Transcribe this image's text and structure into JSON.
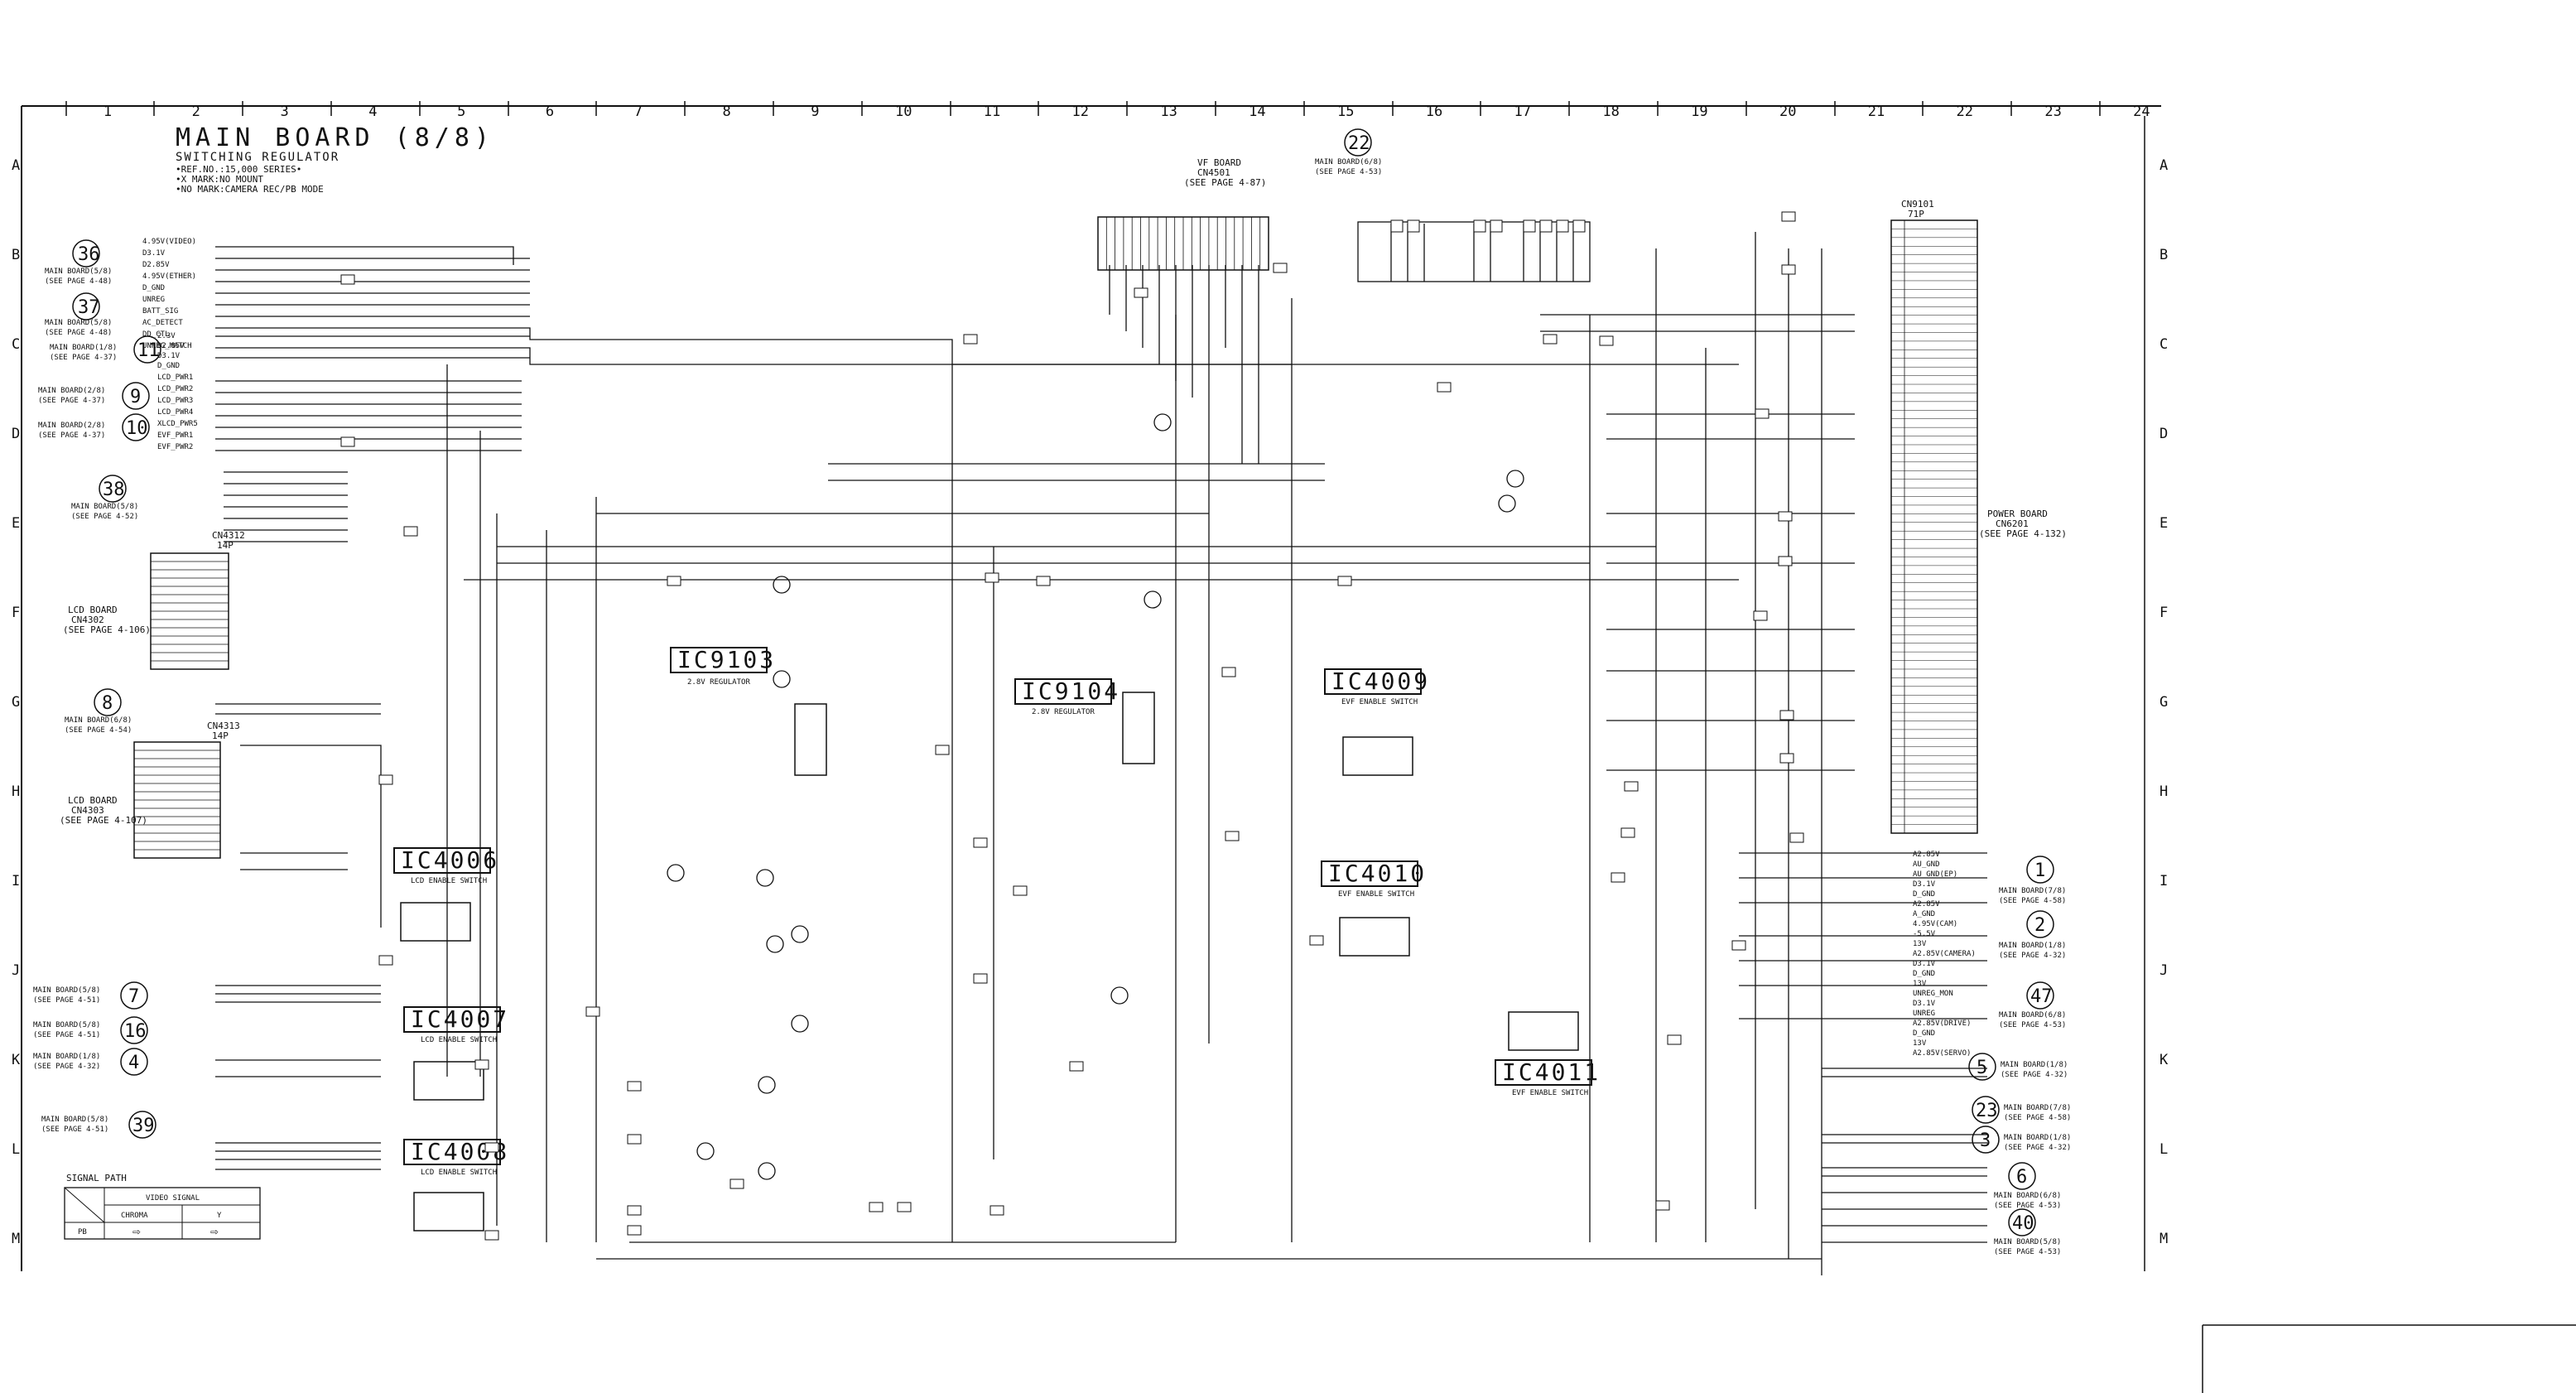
{
  "diagram": {
    "title": "MAIN BOARD (8/8)",
    "subtitle": "SWITCHING REGULATOR",
    "notes": [
      "•REF.NO.:15,000 SERIES•",
      "•X MARK:NO MOUNT",
      "•NO MARK:CAMERA REC/PB MODE"
    ],
    "column_labels": [
      "1",
      "2",
      "3",
      "4",
      "5",
      "6",
      "7",
      "8",
      "9",
      "10",
      "11",
      "12",
      "13",
      "14",
      "15",
      "16",
      "17",
      "18",
      "19",
      "20",
      "21",
      "22",
      "23",
      "24"
    ],
    "row_labels": [
      "A",
      "B",
      "C",
      "D",
      "E",
      "F",
      "G",
      "H",
      "I",
      "J",
      "K",
      "L",
      "M"
    ],
    "ics": [
      {
        "id": "IC9103",
        "label": "IC9103",
        "desc": "2.8V REGULATOR"
      },
      {
        "id": "IC9104",
        "label": "IC9104",
        "desc": "2.8V REGULATOR"
      },
      {
        "id": "IC4009",
        "label": "IC4009",
        "desc": "EVF ENABLE SWITCH"
      },
      {
        "id": "IC4010",
        "label": "IC4010",
        "desc": "EVF ENABLE SWITCH"
      },
      {
        "id": "IC4011",
        "label": "IC4011",
        "desc": "EVF ENABLE SWITCH"
      },
      {
        "id": "IC4006",
        "label": "IC4006",
        "desc": "LCD ENABLE SWITCH"
      },
      {
        "id": "IC4007",
        "label": "IC4007",
        "desc": "LCD ENABLE SWITCH"
      },
      {
        "id": "IC4008",
        "label": "IC4008",
        "desc": "LCD ENABLE SWITCH"
      }
    ],
    "left_refs": [
      {
        "num": "36",
        "text": "MAIN BOARD(5/8)",
        "page": "(SEE PAGE 4-48)"
      },
      {
        "num": "37",
        "text": "MAIN BOARD(5/8)",
        "page": "(SEE PAGE 4-48)"
      },
      {
        "num": "11",
        "text": "MAIN BOARD(1/8)",
        "page": "(SEE PAGE 4-37)"
      },
      {
        "num": "9",
        "text": "MAIN BOARD(2/8)",
        "page": "(SEE PAGE 4-37)"
      },
      {
        "num": "10",
        "text": "MAIN BOARD(2/8)",
        "page": "(SEE PAGE 4-37)"
      },
      {
        "num": "38",
        "text": "MAIN BOARD(5/8)",
        "page": "(SEE PAGE 4-52)"
      },
      {
        "num": "8",
        "text": "MAIN BOARD(6/8)",
        "page": "(SEE PAGE 4-54)"
      },
      {
        "num": "7",
        "text": "MAIN BOARD(5/8)",
        "page": "(SEE PAGE 4-51)"
      },
      {
        "num": "16",
        "text": "MAIN BOARD(5/8)",
        "page": "(SEE PAGE 4-51)"
      },
      {
        "num": "4",
        "text": "MAIN BOARD(1/8)",
        "page": "(SEE PAGE 4-32)"
      },
      {
        "num": "39",
        "text": "MAIN BOARD(5/8)",
        "page": "(SEE PAGE 4-51)"
      }
    ],
    "right_refs": [
      {
        "num": "1",
        "text": "MAIN BOARD(7/8)",
        "page": "(SEE PAGE 4-58)"
      },
      {
        "num": "2",
        "text": "MAIN BOARD(1/8)",
        "page": "(SEE PAGE 4-32)"
      },
      {
        "num": "47",
        "text": "MAIN BOARD(6/8)",
        "page": "(SEE PAGE 4-53)"
      },
      {
        "num": "5",
        "text": "MAIN BOARD(1/8)",
        "page": "(SEE PAGE 4-32)"
      },
      {
        "num": "23",
        "text": "MAIN BOARD(7/8)",
        "page": "(SEE PAGE 4-58)"
      },
      {
        "num": "3",
        "text": "MAIN BOARD(1/8)",
        "page": "(SEE PAGE 4-32)"
      },
      {
        "num": "6",
        "text": "MAIN BOARD(6/8)",
        "page": "(SEE PAGE 4-53)"
      },
      {
        "num": "40",
        "text": "MAIN BOARD(5/8)",
        "page": "(SEE PAGE 4-53)"
      }
    ],
    "top_refs": [
      {
        "num": "22",
        "text": "MAIN BOARD(6/8)",
        "page": "(SEE PAGE 4-53)"
      }
    ],
    "connectors": [
      {
        "id": "CN4312",
        "label": "CN4312",
        "pins": "14P"
      },
      {
        "id": "CN4313",
        "label": "CN4313",
        "pins": "14P"
      },
      {
        "id": "CN9101",
        "label": "CN9101",
        "pins": "71P"
      },
      {
        "id": "CN4501",
        "label": "CN4501",
        "pins": ""
      }
    ],
    "boards": {
      "lcd_board_1": {
        "name": "LCD BOARD",
        "ref": "CN4302",
        "page": "(SEE PAGE 4-106)"
      },
      "lcd_board_2": {
        "name": "LCD BOARD",
        "ref": "CN4303",
        "page": "(SEE PAGE 4-107)"
      },
      "power_board": {
        "name": "POWER BOARD",
        "ref": "CN6201",
        "page": "(SEE PAGE 4-132)"
      },
      "vf_board": {
        "name": "VF BOARD",
        "ref": "CN4501",
        "page": "(SEE PAGE 4-87)"
      }
    },
    "signals_left": [
      "4.95V(VIDEO)",
      "D3.1V",
      "D2.85V",
      "4.95V(ETHER)",
      "D_GND",
      "UNREG",
      "BATT_SIG",
      "AC_DETECT",
      "DD_CTL",
      "UNREG_MATCH",
      "2.3V",
      "D2.85V",
      "D3.1V",
      "D_GND",
      "LCD_PWR1",
      "LCD_PWR2",
      "LCD_PWR3",
      "LCD_PWR4",
      "XLCD_PWR5",
      "EVF_PWR1",
      "EVF_PWR2"
    ],
    "signals_right": [
      "A2.85V",
      "AU_GND",
      "AU_GND(EP)",
      "D3.1V",
      "D_GND",
      "A2.85V",
      "A_GND",
      "4.95V(CAM)",
      "-5.5V",
      "13V",
      "A2.85V(CAMERA)",
      "D3.1V",
      "D_GND",
      "13V",
      "UNREG_MON",
      "D3.1V",
      "UNREG",
      "A2.85V(DRIVE)",
      "D_GND",
      "13V",
      "A2.85V(SERVO)"
    ],
    "signal_path": {
      "title": "SIGNAL PATH",
      "header": "VIDEO SIGNAL",
      "cols": [
        "CHROMA",
        "Y"
      ],
      "row": "PB"
    }
  }
}
